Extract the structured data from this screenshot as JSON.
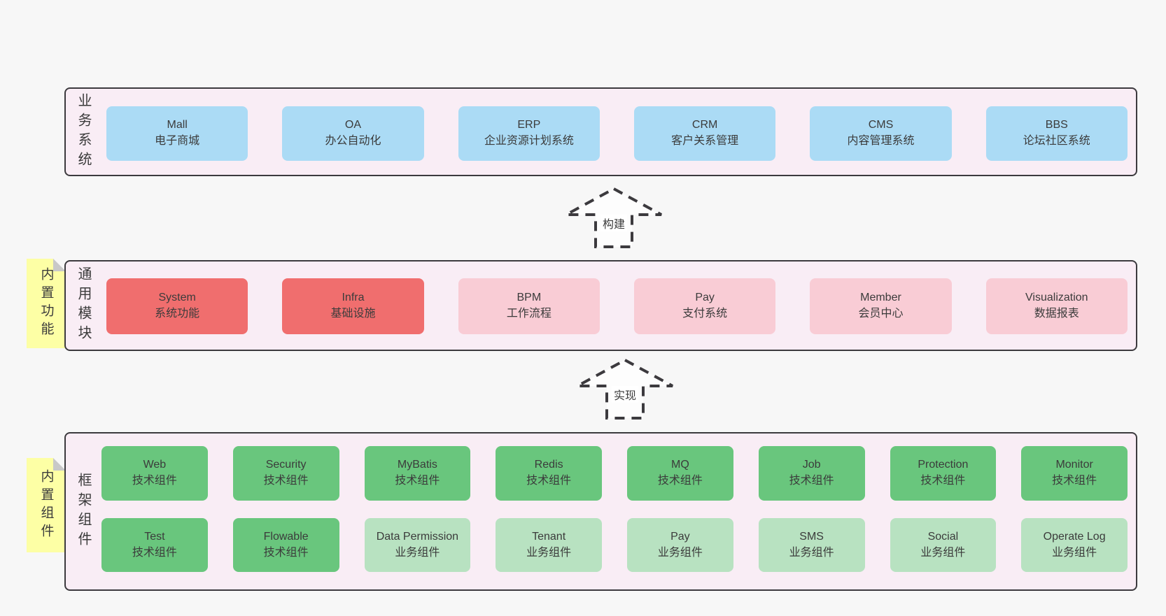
{
  "colors": {
    "page-bg": "#f7f7f7",
    "container-bg": "#f9edf5",
    "container-border": "#3c3a3e",
    "box-blue": "#abdbf5",
    "box-red": "#f06e6e",
    "box-pink": "#f9ccd5",
    "box-green": "#69c67d",
    "box-green-light": "#b8e2c1",
    "note-yellow": "#fdffa5",
    "note-fold": "#c8c8c8",
    "text": "#3b3b3b",
    "arrow-fill": "#fdfdfd"
  },
  "layers": [
    {
      "id": "business-systems",
      "label": "业务系统",
      "note": null,
      "rows": [
        [
          {
            "name": "Mall",
            "desc": "电子商城",
            "variant": "blue"
          },
          {
            "name": "OA",
            "desc": "办公自动化",
            "variant": "blue"
          },
          {
            "name": "ERP",
            "desc": "企业资源计划系统",
            "variant": "blue"
          },
          {
            "name": "CRM",
            "desc": "客户关系管理",
            "variant": "blue"
          },
          {
            "name": "CMS",
            "desc": "内容管理系统",
            "variant": "blue"
          },
          {
            "name": "BBS",
            "desc": "论坛社区系统",
            "variant": "blue"
          }
        ]
      ]
    },
    {
      "id": "common-modules",
      "label": "通用模块",
      "note": "内置功能",
      "rows": [
        [
          {
            "name": "System",
            "desc": "系统功能",
            "variant": "red"
          },
          {
            "name": "Infra",
            "desc": "基础设施",
            "variant": "red"
          },
          {
            "name": "BPM",
            "desc": "工作流程",
            "variant": "pink"
          },
          {
            "name": "Pay",
            "desc": "支付系统",
            "variant": "pink"
          },
          {
            "name": "Member",
            "desc": "会员中心",
            "variant": "pink"
          },
          {
            "name": "Visualization",
            "desc": "数据报表",
            "variant": "pink"
          }
        ]
      ]
    },
    {
      "id": "framework-components",
      "label": "框架组件",
      "note": "内置组件",
      "rows": [
        [
          {
            "name": "Web",
            "desc": "技术组件",
            "variant": "green"
          },
          {
            "name": "Security",
            "desc": "技术组件",
            "variant": "green"
          },
          {
            "name": "MyBatis",
            "desc": "技术组件",
            "variant": "green"
          },
          {
            "name": "Redis",
            "desc": "技术组件",
            "variant": "green"
          },
          {
            "name": "MQ",
            "desc": "技术组件",
            "variant": "green"
          },
          {
            "name": "Job",
            "desc": "技术组件",
            "variant": "green"
          },
          {
            "name": "Protection",
            "desc": "技术组件",
            "variant": "green"
          },
          {
            "name": "Monitor",
            "desc": "技术组件",
            "variant": "green"
          }
        ],
        [
          {
            "name": "Test",
            "desc": "技术组件",
            "variant": "green"
          },
          {
            "name": "Flowable",
            "desc": "技术组件",
            "variant": "green"
          },
          {
            "name": "Data Permission",
            "desc": "业务组件",
            "variant": "green-light"
          },
          {
            "name": "Tenant",
            "desc": "业务组件",
            "variant": "green-light"
          },
          {
            "name": "Pay",
            "desc": "业务组件",
            "variant": "green-light"
          },
          {
            "name": "SMS",
            "desc": "业务组件",
            "variant": "green-light"
          },
          {
            "name": "Social",
            "desc": "业务组件",
            "variant": "green-light"
          },
          {
            "name": "Operate Log",
            "desc": "业务组件",
            "variant": "green-light"
          }
        ]
      ]
    }
  ],
  "arrows": [
    {
      "label": "构建"
    },
    {
      "label": "实现"
    }
  ]
}
